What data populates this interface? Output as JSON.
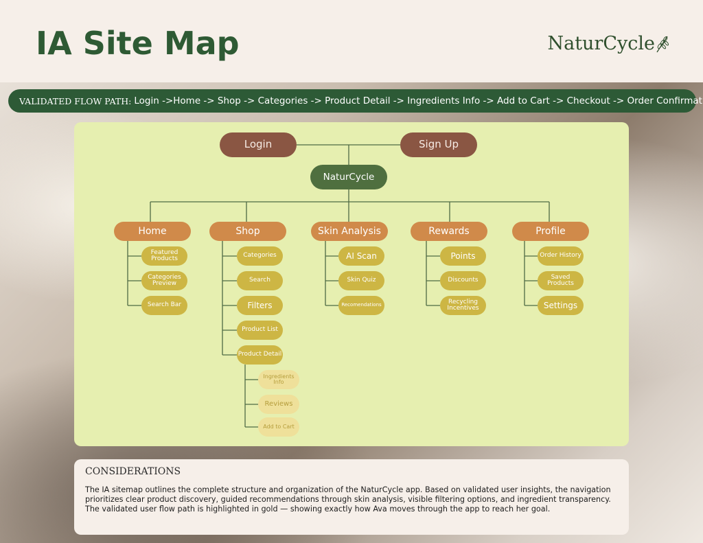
{
  "header": {
    "title": "IA Site Map",
    "brand": "NaturCycle",
    "brand_icon": "wheat-icon"
  },
  "flow": {
    "label": "VALIDATED FLOW PATH:",
    "path": "Login ->Home ->  Shop -> Categories -> Product Detail -> Ingredients Info -> Add to Cart ->  Checkout -> Order Confirmation"
  },
  "sitemap": {
    "login": "Login",
    "signup": "Sign Up",
    "root": "NaturCycle",
    "home": {
      "label": "Home",
      "items": [
        "Featured Products",
        "Categories Preview",
        "Search Bar"
      ]
    },
    "shop": {
      "label": "Shop",
      "items": [
        "Categories",
        "Search",
        "Filters",
        "Product List",
        "Product Detail"
      ],
      "detail_items": [
        "Ingredients Info",
        "Reviews",
        "Add to Cart"
      ]
    },
    "skin": {
      "label": "Skin Analysis",
      "items": [
        "AI Scan",
        "Skin Quiz",
        "Recomendations"
      ]
    },
    "rewards": {
      "label": "Rewards",
      "items": [
        "Points",
        "Discounts",
        "Recycling Incentives"
      ]
    },
    "profile": {
      "label": "Profile",
      "items": [
        "Order History",
        "Saved Products",
        "Settings"
      ]
    }
  },
  "considerations": {
    "title": "CONSIDERATIONS",
    "body": "The IA sitemap outlines the complete structure and organization of the NaturCycle app. Based on validated user insights, the navigation prioritizes clear product discovery, guided recommendations through skin analysis, visible filtering options, and ingredient transparency. The validated user flow path is highlighted in gold — showing exactly how Ava moves through the app to reach her goal."
  },
  "colors": {
    "title_green": "#2e5a34",
    "flowbar": "#2d5a36",
    "panel": "#e6efb0",
    "top_node": "#8a5643",
    "root_node": "#4f6f3f",
    "category_node": "#d08a4a",
    "sub_node": "#cdb644",
    "deep_node": "#efe09a"
  }
}
